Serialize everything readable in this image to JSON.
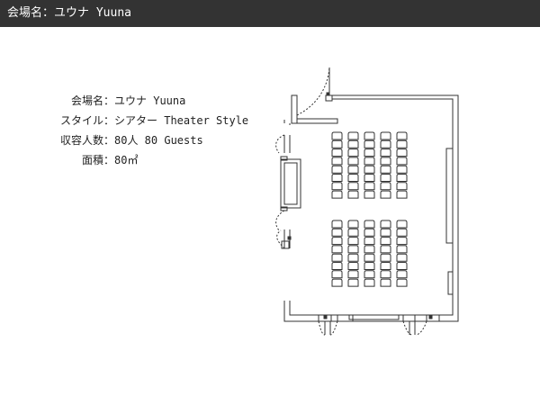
{
  "header": {
    "title_label": "会場名",
    "separator": "：",
    "title_value": "ユウナ Yuuna"
  },
  "info": {
    "rows": [
      {
        "label": "会場名",
        "value": "ユウナ Yuuna"
      },
      {
        "label": "スタイル",
        "value": "シアター Theater Style"
      },
      {
        "label": "収容人数",
        "value": "80人 80 Guests"
      },
      {
        "label": "面積",
        "value": "80㎡"
      }
    ],
    "separator": "："
  },
  "floor_plan": {
    "layout": "theater",
    "seat_columns": 5,
    "seat_rows_front": 8,
    "seat_rows_back": 8,
    "seat_count": 80
  },
  "colors": {
    "header_bg": "#333333",
    "header_text": "#ffffff",
    "line": "#333333"
  }
}
